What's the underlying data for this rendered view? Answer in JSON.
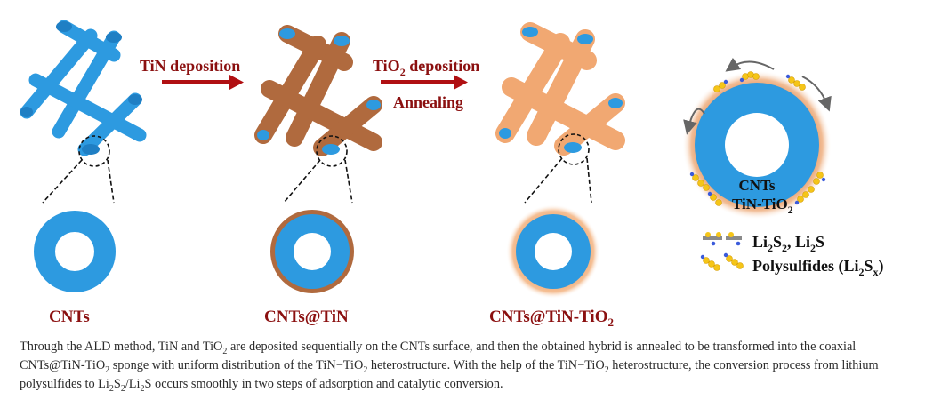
{
  "colors": {
    "cnt_blue": "#2d9ae0",
    "tin_brown": "#b06a3e",
    "tio2_peach": "#f1a872",
    "label_red": "#8b1010",
    "arrow_red": "#b00f12",
    "text_black": "#111111"
  },
  "arrows": {
    "tin": {
      "label": "TiN deposition"
    },
    "tio2": {
      "label_main": "TiO",
      "label_sub": "2",
      "label_tail": " deposition",
      "label2": "Annealing"
    }
  },
  "stages": {
    "s1": {
      "label": "CNTs"
    },
    "s2": {
      "label": "CNTs@TiN"
    },
    "s3": {
      "label_main": "CNTs@TiN-TiO",
      "label_sub": "2"
    }
  },
  "right_panel": {
    "core_label": "CNTs",
    "shell_label_main": "TiN-TiO",
    "shell_label_sub": "2",
    "legend": {
      "line1": {
        "p1": "Li",
        "s1": "2",
        "p2": "S",
        "s2": "2",
        "p3": ", Li",
        "s3": "2",
        "p4": "S"
      },
      "line2": {
        "p1": "Polysulfides (Li",
        "s1": "2",
        "p2": "S",
        "s2": "x",
        "p3": ")"
      }
    }
  },
  "caption": {
    "t1": "Through the ALD method, TiN and TiO",
    "s1": "2",
    "t2": " are deposited sequentially on the CNTs surface, and then the obtained hybrid is annealed to be transformed into the coaxial CNTs@TiN-TiO",
    "s2": "2",
    "t3": " sponge with uniform distribution of the TiN−TiO",
    "s3": "2",
    "t4": " heterostructure. With the help of the TiN−TiO",
    "s4": "2",
    "t5": " heterostructure, the conversion process from lithium polysulfides to Li",
    "s5": "2",
    "t6": "S",
    "s6": "2",
    "t7": "/Li",
    "s7": "2",
    "t8": "S occurs smoothly in two steps of adsorption and catalytic conversion."
  }
}
